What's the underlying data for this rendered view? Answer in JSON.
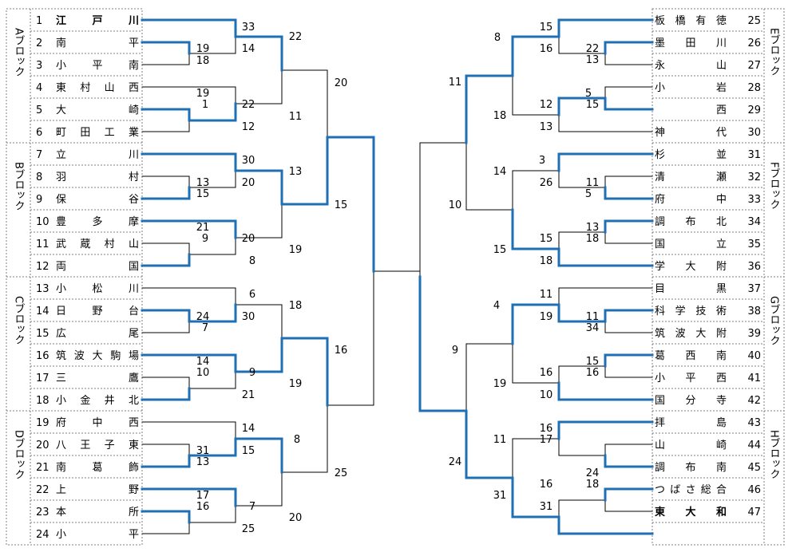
{
  "blocks": [
    {
      "label": "Aブロック",
      "side": "left"
    },
    {
      "label": "Bブロック",
      "side": "left"
    },
    {
      "label": "Cブロック",
      "side": "left"
    },
    {
      "label": "Dブロック",
      "side": "left"
    },
    {
      "label": "Eブロック",
      "side": "right"
    },
    {
      "label": "Fブロック",
      "side": "right"
    },
    {
      "label": "Gブロック",
      "side": "right"
    },
    {
      "label": "Hブロック",
      "side": "right"
    }
  ],
  "teams_left": [
    {
      "seed": "1",
      "name": "江戸川",
      "bold": true
    },
    {
      "seed": "2",
      "name": "南平",
      "bold": false
    },
    {
      "seed": "3",
      "name": "小平南",
      "bold": false
    },
    {
      "seed": "4",
      "name": "東村山西",
      "bold": false
    },
    {
      "seed": "5",
      "name": "大崎",
      "bold": false
    },
    {
      "seed": "6",
      "name": "町田工業",
      "bold": false
    },
    {
      "seed": "7",
      "name": "立川",
      "bold": false
    },
    {
      "seed": "8",
      "name": "羽村",
      "bold": false
    },
    {
      "seed": "9",
      "name": "保谷",
      "bold": false
    },
    {
      "seed": "10",
      "name": "豊多摩",
      "bold": false
    },
    {
      "seed": "11",
      "name": "武蔵村山",
      "bold": false
    },
    {
      "seed": "12",
      "name": "両国",
      "bold": false
    },
    {
      "seed": "13",
      "name": "小松川",
      "bold": false
    },
    {
      "seed": "14",
      "name": "日野台",
      "bold": false
    },
    {
      "seed": "15",
      "name": "広尾",
      "bold": false
    },
    {
      "seed": "16",
      "name": "筑波大駒場",
      "bold": false
    },
    {
      "seed": "17",
      "name": "三鷹",
      "bold": false
    },
    {
      "seed": "18",
      "name": "小金井北",
      "bold": false
    },
    {
      "seed": "19",
      "name": "府中西",
      "bold": false
    },
    {
      "seed": "20",
      "name": "八王子東",
      "bold": false
    },
    {
      "seed": "21",
      "name": "南葛飾",
      "bold": false
    },
    {
      "seed": "22",
      "name": "上野",
      "bold": false
    },
    {
      "seed": "23",
      "name": "本所",
      "bold": false
    },
    {
      "seed": "24",
      "name": "小平",
      "bold": false
    }
  ],
  "teams_right": [
    {
      "seed": "25",
      "name": "板橋有徳",
      "bold": false
    },
    {
      "seed": "26",
      "name": "墨田川",
      "bold": false
    },
    {
      "seed": "27",
      "name": "永山",
      "bold": false
    },
    {
      "seed": "28",
      "name": "小岩",
      "bold": false
    },
    {
      "seed": "29",
      "name": "西",
      "bold": false
    },
    {
      "seed": "30",
      "name": "神代",
      "bold": false
    },
    {
      "seed": "31",
      "name": "杉並",
      "bold": false
    },
    {
      "seed": "32",
      "name": "清瀬",
      "bold": false
    },
    {
      "seed": "33",
      "name": "府中",
      "bold": false
    },
    {
      "seed": "34",
      "name": "調布北",
      "bold": false
    },
    {
      "seed": "35",
      "name": "国立",
      "bold": false
    },
    {
      "seed": "36",
      "name": "学大附",
      "bold": false
    },
    {
      "seed": "37",
      "name": "目黒",
      "bold": false
    },
    {
      "seed": "38",
      "name": "科学技術",
      "bold": false
    },
    {
      "seed": "39",
      "name": "筑波大附",
      "bold": false
    },
    {
      "seed": "40",
      "name": "葛西南",
      "bold": false
    },
    {
      "seed": "41",
      "name": "小平西",
      "bold": false
    },
    {
      "seed": "42",
      "name": "国分寺",
      "bold": false
    },
    {
      "seed": "43",
      "name": "拝島",
      "bold": false
    },
    {
      "seed": "44",
      "name": "山崎",
      "bold": false
    },
    {
      "seed": "45",
      "name": "調布南",
      "bold": false
    },
    {
      "seed": "46",
      "name": "つばさ総合",
      "bold": false
    },
    {
      "seed": "47",
      "name": "東大和",
      "bold": true
    }
  ],
  "scores": [
    "33",
    "14",
    "22",
    "19",
    "18",
    "20",
    "19",
    "1",
    "22",
    "11",
    "12",
    "30",
    "13",
    "20",
    "13",
    "15",
    "15",
    "21",
    "9",
    "20",
    "19",
    "8",
    "6",
    "18",
    "24",
    "7",
    "30",
    "16",
    "14",
    "10",
    "9",
    "19",
    "21",
    "14",
    "8",
    "31",
    "13",
    "15",
    "25",
    "17",
    "16",
    "7",
    "20",
    "25",
    "15",
    "8",
    "22",
    "16",
    "13",
    "11",
    "5",
    "15",
    "12",
    "18",
    "13",
    "3",
    "14",
    "11",
    "26",
    "5",
    "10",
    "13",
    "18",
    "15",
    "15",
    "18",
    "11",
    "4",
    "11",
    "19",
    "34",
    "9",
    "15",
    "16",
    "16",
    "19",
    "10",
    "16",
    "11",
    "17",
    "24",
    "24",
    "18",
    "16",
    "31",
    "31"
  ],
  "colors": {
    "win": "#1f6fb4",
    "line": "#000000",
    "grid": "#7f7f7f"
  }
}
